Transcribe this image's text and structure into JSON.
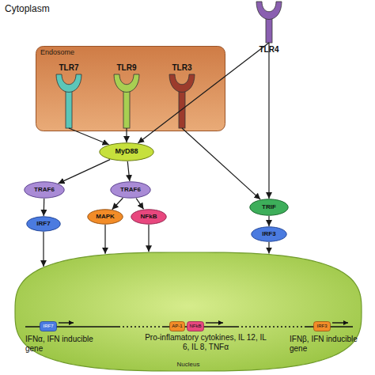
{
  "diagram": {
    "nodes": [
      {
        "text": [
          "TLR4"
        ]
      },
      {
        "text": [
          "Endosome"
        ]
      },
      {
        "text": [
          "TLR7"
        ],
        "in": 1
      },
      {
        "text": [
          "TLR9"
        ],
        "in": 1
      },
      {
        "text": [
          "TLR3"
        ],
        "in": 1
      },
      {
        "text": [
          "MyD88"
        ]
      },
      {
        "text": [
          "TRAF6"
        ]
      },
      {
        "text": [
          "TRAF6"
        ]
      },
      {
        "text": [
          "TRIF"
        ]
      },
      {
        "text": [
          "IRF7"
        ]
      },
      {
        "text": [
          "MAPK"
        ]
      },
      {
        "text": [
          "NFkB"
        ]
      },
      {
        "text": [
          "IRF3"
        ]
      },
      {
        "text": [
          "Nucleus"
        ]
      },
      {
        "text": [
          "IRF7"
        ],
        "in": 13
      },
      {
        "text": [
          "AP-1"
        ],
        "in": 13
      },
      {
        "text": [
          "NFkB"
        ],
        "in": 13
      },
      {
        "text": [
          "IRF3"
        ],
        "in": 13
      }
    ],
    "edges": [
      {
        "from": 2,
        "to": 5,
        "arrow": "to"
      },
      {
        "from": 3,
        "to": 5,
        "arrow": "to"
      },
      {
        "from": 0,
        "to": 5,
        "arrow": "to"
      },
      {
        "from": 4,
        "to": 8,
        "arrow": "to"
      },
      {
        "from": 0,
        "to": 8,
        "arrow": "to"
      },
      {
        "from": 5,
        "to": 6,
        "arrow": "to"
      },
      {
        "from": 5,
        "to": 7,
        "arrow": "to"
      },
      {
        "from": 6,
        "to": 9,
        "arrow": "to"
      },
      {
        "from": 7,
        "to": 10,
        "arrow": "to"
      },
      {
        "from": 7,
        "to": 11,
        "arrow": "to"
      },
      {
        "from": 8,
        "to": 12,
        "arrow": "to"
      },
      {
        "from": 9,
        "to": 13,
        "arrow": "to"
      },
      {
        "from": 10,
        "to": 13,
        "arrow": "to"
      },
      {
        "from": 11,
        "to": 13,
        "arrow": "to"
      },
      {
        "from": 12,
        "to": 13,
        "arrow": "to"
      }
    ],
    "labels": [
      "Cytoplasm",
      "IFNα, IFN inducible gene",
      "Pro-inflamatory cytokines, IL 12, IL 6, IL 8, TNFα",
      "IFNβ, IFN inducible gene"
    ]
  }
}
